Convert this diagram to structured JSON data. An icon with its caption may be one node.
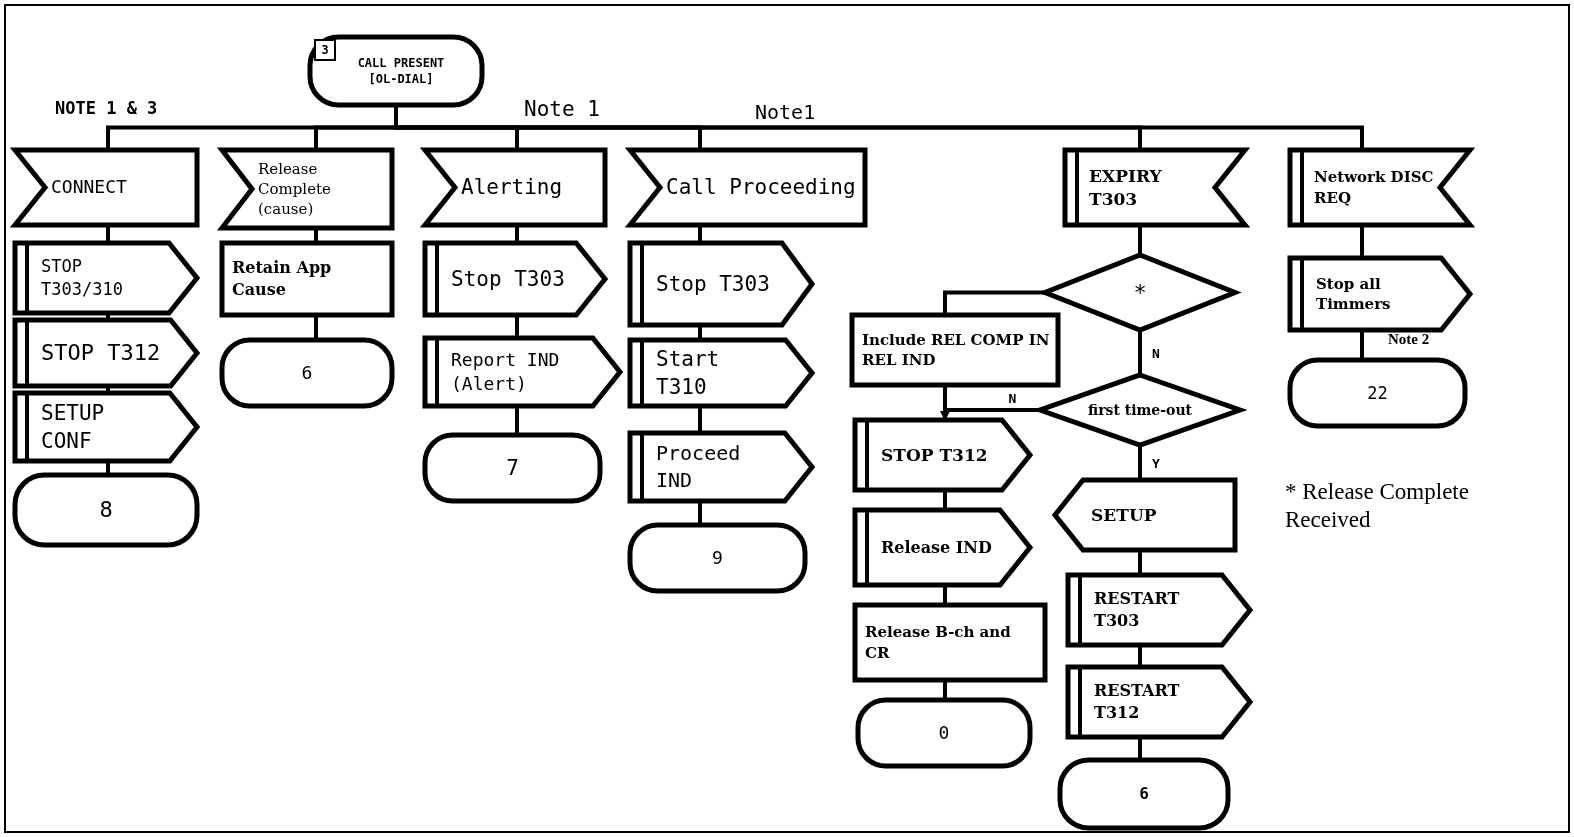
{
  "diagram": {
    "nodes": [
      {
        "text": [
          "3",
          "CALL PRESENT [OL-DIAL]"
        ]
      },
      {
        "text": [
          "CONNECT"
        ]
      },
      {
        "text": [
          "STOP T303/310"
        ]
      },
      {
        "text": [
          "STOP T312"
        ]
      },
      {
        "text": [
          "SETUP CONF"
        ]
      },
      {
        "text": [
          "8"
        ]
      },
      {
        "text": [
          "Release Complete (cause)"
        ]
      },
      {
        "text": [
          "Retain App Cause"
        ]
      },
      {
        "text": [
          "6"
        ]
      },
      {
        "text": [
          "Alerting"
        ]
      },
      {
        "text": [
          "Stop T303"
        ]
      },
      {
        "text": [
          "Report IND (Alert)"
        ]
      },
      {
        "text": [
          "7"
        ]
      },
      {
        "text": [
          "Call Proceeding"
        ]
      },
      {
        "text": [
          "Stop T303"
        ]
      },
      {
        "text": [
          "Start T310"
        ]
      },
      {
        "text": [
          "Proceed IND"
        ]
      },
      {
        "text": [
          "9"
        ]
      },
      {
        "text": [
          "EXPIRY T303"
        ]
      },
      {
        "text": [
          "*"
        ]
      },
      {
        "text": [
          "Include REL COMP IN REL IND"
        ]
      },
      {
        "text": [
          "first time-out"
        ]
      },
      {
        "text": [
          "STOP T312"
        ]
      },
      {
        "text": [
          "Release IND"
        ]
      },
      {
        "text": [
          "Release B-ch and CR"
        ]
      },
      {
        "text": [
          "0"
        ]
      },
      {
        "text": [
          "SETUP"
        ]
      },
      {
        "text": [
          "RESTART T303"
        ]
      },
      {
        "text": [
          "RESTART T312"
        ]
      },
      {
        "text": [
          "6"
        ]
      },
      {
        "text": [
          "Network DISC REQ"
        ]
      },
      {
        "text": [
          "Stop all Timmers"
        ]
      },
      {
        "text": [
          "22"
        ]
      }
    ],
    "edges": [
      {
        "from": 0,
        "to": 1,
        "arrow": "none"
      },
      {
        "from": 0,
        "to": 6,
        "arrow": "none"
      },
      {
        "from": 0,
        "to": 9,
        "arrow": "none"
      },
      {
        "from": 0,
        "to": 13,
        "arrow": "none"
      },
      {
        "from": 0,
        "to": 18,
        "arrow": "none"
      },
      {
        "from": 0,
        "to": 30,
        "arrow": "none"
      },
      {
        "from": 1,
        "to": 2,
        "arrow": "none"
      },
      {
        "from": 2,
        "to": 3,
        "arrow": "none"
      },
      {
        "from": 3,
        "to": 4,
        "arrow": "none"
      },
      {
        "from": 4,
        "to": 5,
        "arrow": "none"
      },
      {
        "from": 6,
        "to": 7,
        "arrow": "none"
      },
      {
        "from": 7,
        "to": 8,
        "arrow": "none"
      },
      {
        "from": 9,
        "to": 10,
        "arrow": "none"
      },
      {
        "from": 10,
        "to": 11,
        "arrow": "none"
      },
      {
        "from": 11,
        "to": 12,
        "arrow": "none"
      },
      {
        "from": 13,
        "to": 14,
        "arrow": "none"
      },
      {
        "from": 14,
        "to": 15,
        "arrow": "none"
      },
      {
        "from": 15,
        "to": 16,
        "arrow": "none"
      },
      {
        "from": 16,
        "to": 17,
        "arrow": "none"
      },
      {
        "from": 18,
        "to": 19,
        "arrow": "none"
      },
      {
        "from": 19,
        "to": 20,
        "arrow": "none"
      },
      {
        "from": 19,
        "to": 21,
        "arrow": "none",
        "label": "N"
      },
      {
        "from": 20,
        "to": 22,
        "arrow": "none"
      },
      {
        "from": 21,
        "to": 22,
        "arrow": "to",
        "label": "N"
      },
      {
        "from": 22,
        "to": 23,
        "arrow": "none"
      },
      {
        "from": 23,
        "to": 24,
        "arrow": "none"
      },
      {
        "from": 24,
        "to": 25,
        "arrow": "none"
      },
      {
        "from": 21,
        "to": 26,
        "arrow": "none",
        "label": "Y"
      },
      {
        "from": 26,
        "to": 27,
        "arrow": "none"
      },
      {
        "from": 27,
        "to": 28,
        "arrow": "none"
      },
      {
        "from": 28,
        "to": 29,
        "arrow": "none"
      },
      {
        "from": 30,
        "to": 31,
        "arrow": "none"
      },
      {
        "from": 31,
        "to": 32,
        "arrow": "none"
      }
    ],
    "labels": [
      "NOTE 1 & 3",
      "Note 1",
      "Note1",
      "Note 2",
      "* Release Complete Received"
    ]
  }
}
